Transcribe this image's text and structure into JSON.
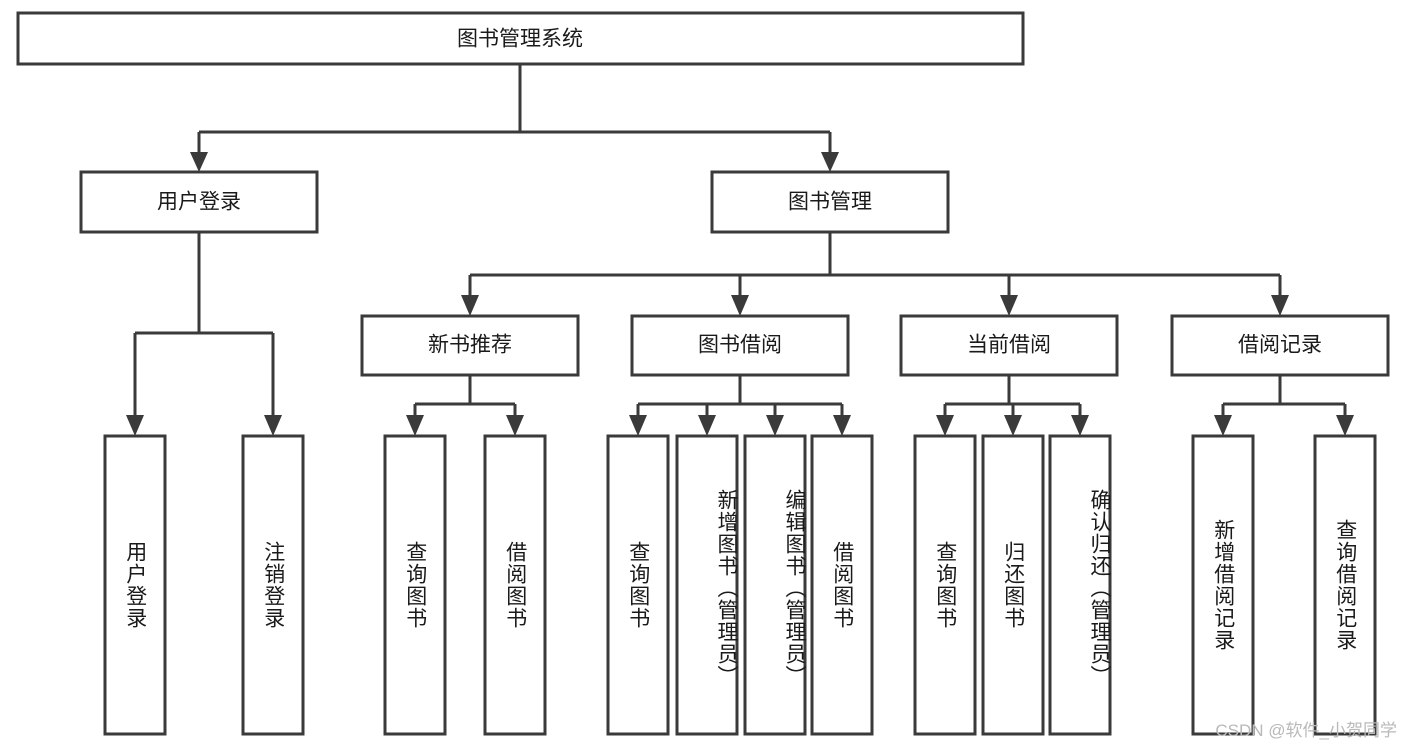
{
  "diagram": {
    "title": "图书管理系统",
    "type": "tree",
    "root": {
      "label": "图书管理系统"
    },
    "level1": [
      {
        "label": "用户登录"
      },
      {
        "label": "图书管理"
      }
    ],
    "level2": [
      {
        "label": "新书推荐"
      },
      {
        "label": "图书借阅"
      },
      {
        "label": "当前借阅"
      },
      {
        "label": "借阅记录"
      }
    ],
    "leaves": [
      {
        "label": "用户登录",
        "parent": "用户登录"
      },
      {
        "label": "注销登录",
        "parent": "用户登录"
      },
      {
        "label": "查询图书",
        "parent": "新书推荐"
      },
      {
        "label": "借阅图书",
        "parent": "新书推荐"
      },
      {
        "label": "查询图书",
        "parent": "图书借阅"
      },
      {
        "label": "新增图书（管理员）",
        "parent": "图书借阅"
      },
      {
        "label": "编辑图书（管理员）",
        "parent": "图书借阅"
      },
      {
        "label": "借阅图书",
        "parent": "图书借阅"
      },
      {
        "label": "查询图书",
        "parent": "当前借阅"
      },
      {
        "label": "归还图书",
        "parent": "当前借阅"
      },
      {
        "label": "确认归还（管理员）",
        "parent": "当前借阅"
      },
      {
        "label": "新增借阅记录",
        "parent": "借阅记录"
      },
      {
        "label": "查询借阅记录",
        "parent": "借阅记录"
      }
    ]
  },
  "watermark": {
    "text": "CSDN @软件_小贺同学"
  },
  "colors": {
    "box_stroke": "#3a3a3a",
    "box_fill": "#ffffff",
    "text": "#1a1a1a",
    "watermark": "#b9b9b9",
    "background": "#ffffff"
  }
}
